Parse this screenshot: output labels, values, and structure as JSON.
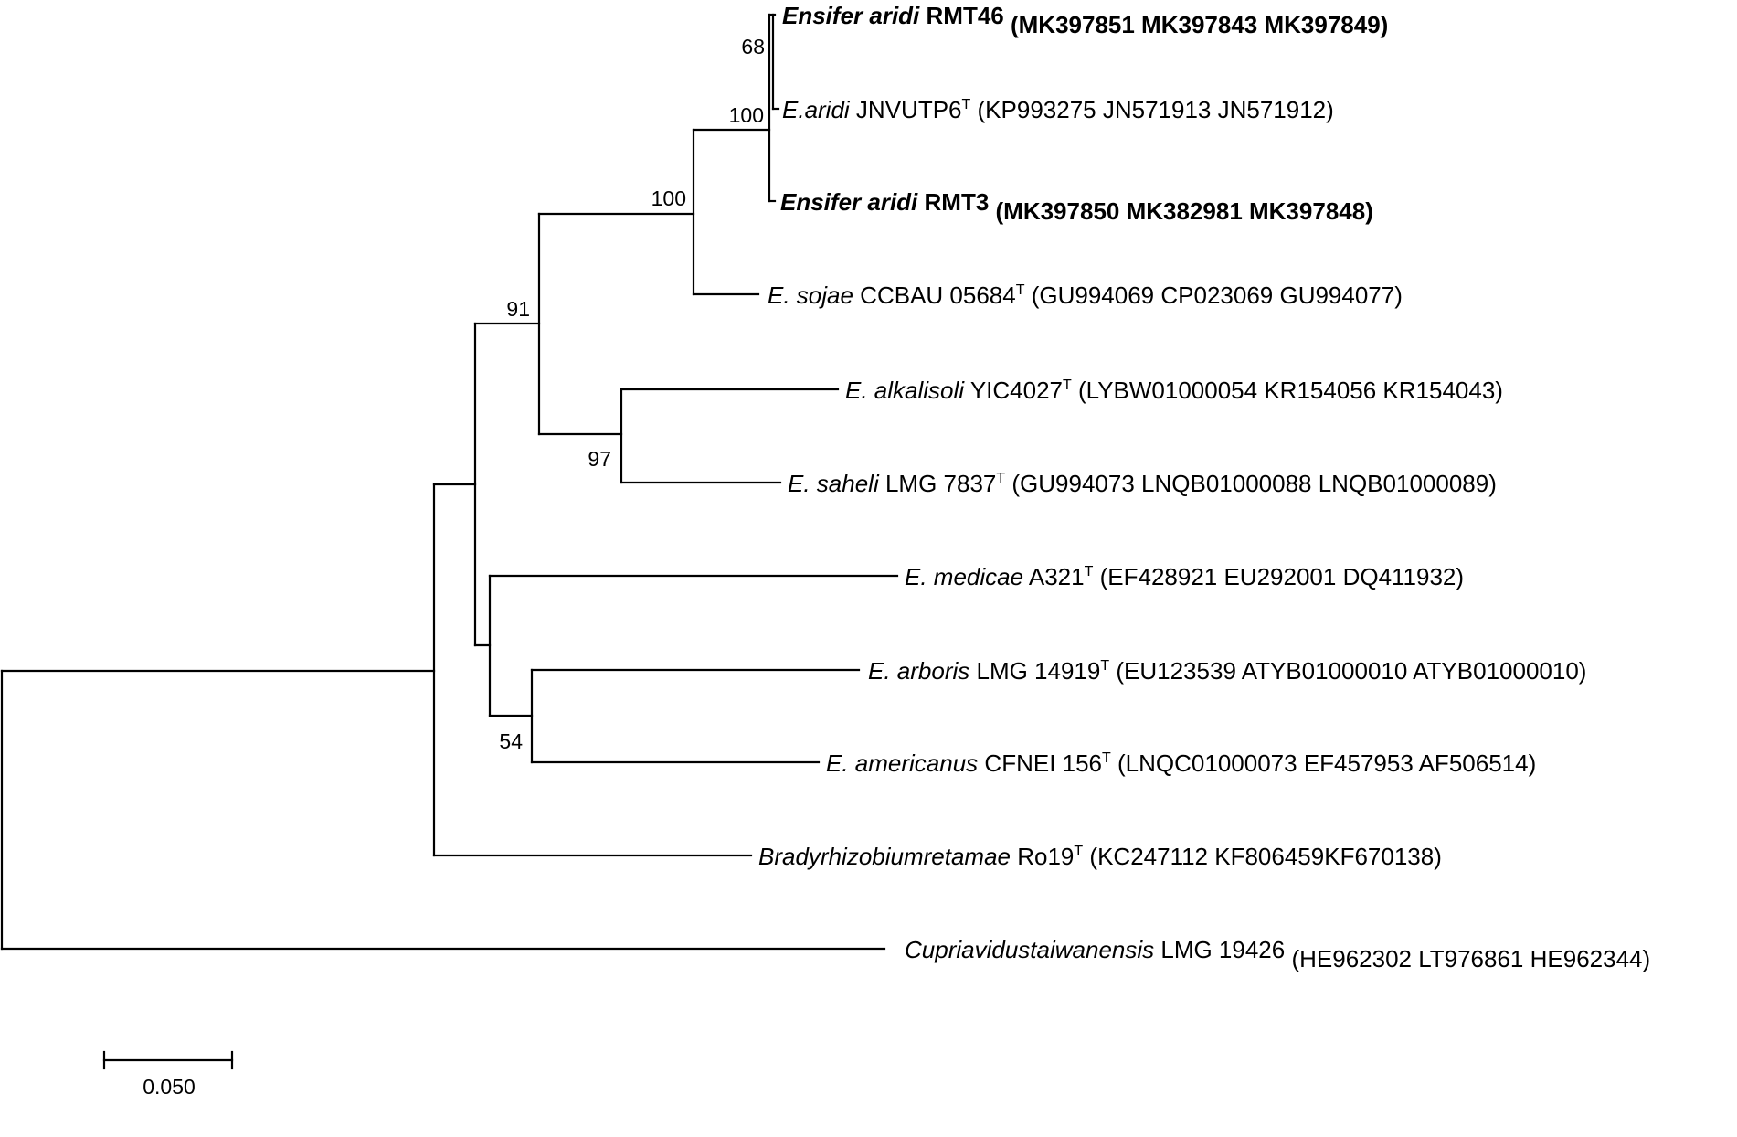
{
  "tree": {
    "taxa": [
      {
        "id": "rmt46",
        "italic": "Ensifer aridi",
        "strain": " RMT46",
        "type_mark": "",
        "accessions": " (MK397851 MK397843 MK397849)",
        "bold": true
      },
      {
        "id": "jnvutp6",
        "italic": "E.aridi",
        "strain": " JNVUTP6",
        "type_mark": "T",
        "accessions": " (KP993275 JN571913 JN571912)",
        "bold": false
      },
      {
        "id": "rmt3",
        "italic": "Ensifer aridi",
        "strain": " RMT3",
        "type_mark": "",
        "accessions": " (MK397850 MK382981 MK397848)",
        "bold": true
      },
      {
        "id": "sojae",
        "italic": "E. sojae",
        "strain": " CCBAU 05684",
        "type_mark": "T",
        "accessions": " (GU994069 CP023069 GU994077)",
        "bold": false
      },
      {
        "id": "alkalisoli",
        "italic": "E. alkalisoli",
        "strain": "  YIC4027",
        "type_mark": "T",
        "accessions": " (LYBW01000054 KR154056 KR154043)",
        "bold": false
      },
      {
        "id": "saheli",
        "italic": "E. saheli",
        "strain": "  LMG 7837",
        "type_mark": "T",
        "accessions": " (GU994073 LNQB01000088 LNQB01000089)",
        "bold": false
      },
      {
        "id": "medicae",
        "italic": "E. medicae",
        "strain": " A321",
        "type_mark": "T",
        "accessions": " (EF428921 EU292001 DQ411932)",
        "bold": false
      },
      {
        "id": "arboris",
        "italic": "E. arboris",
        "strain": " LMG 14919",
        "type_mark": "T",
        "accessions": " (EU123539 ATYB01000010 ATYB01000010)",
        "bold": false
      },
      {
        "id": "americanus",
        "italic": "E. americanus",
        "strain": " CFNEI 156",
        "type_mark": "T",
        "accessions": " (LNQC01000073 EF457953 AF506514)",
        "bold": false
      },
      {
        "id": "retamae",
        "italic": "Bradyrhizobiumretamae",
        "strain": " Ro19",
        "type_mark": "T",
        "accessions": "  (KC247112 KF806459KF670138)",
        "bold": false
      },
      {
        "id": "cupriavidus",
        "italic": "Cupriavidustaiwanensis",
        "strain": " LMG 19426",
        "type_mark": "",
        "accessions": " (HE962302 LT976861 HE962344)",
        "bold": false
      }
    ],
    "bootstrap": {
      "b68": "68",
      "b100a": "100",
      "b100b": "100",
      "b91": "91",
      "b97": "97",
      "b54": "54"
    },
    "scale_bar": {
      "label": "0.050"
    }
  }
}
